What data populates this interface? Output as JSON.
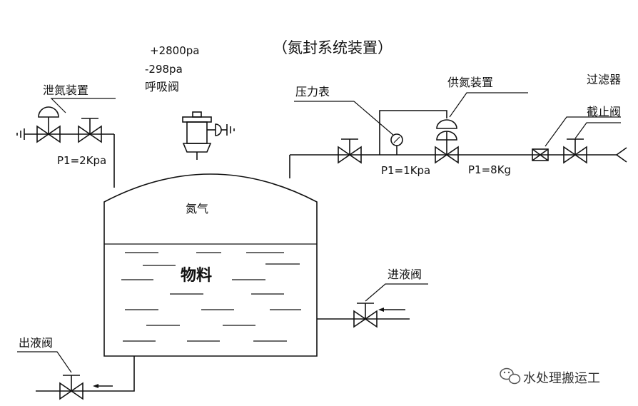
{
  "title": "（氮封系统装置）",
  "labels": {
    "vent_device": "泄氮装置",
    "pressure_high": "+2800pa",
    "pressure_low": "-298pa",
    "breather_valve": "呼吸阀",
    "pressure_gauge": "压力表",
    "supply_device": "供氮装置",
    "filter": "过滤器",
    "stop_valve": "截止阀",
    "p1_vent": "P1=2Kpa",
    "p1_gauge": "P1=1Kpa",
    "p1_supply": "P1=8Kg",
    "nitrogen_gas": "氮气",
    "material": "物料",
    "inlet_valve": "进液阀",
    "outlet_valve": "出液阀"
  },
  "watermark": "水处理搬运工"
}
